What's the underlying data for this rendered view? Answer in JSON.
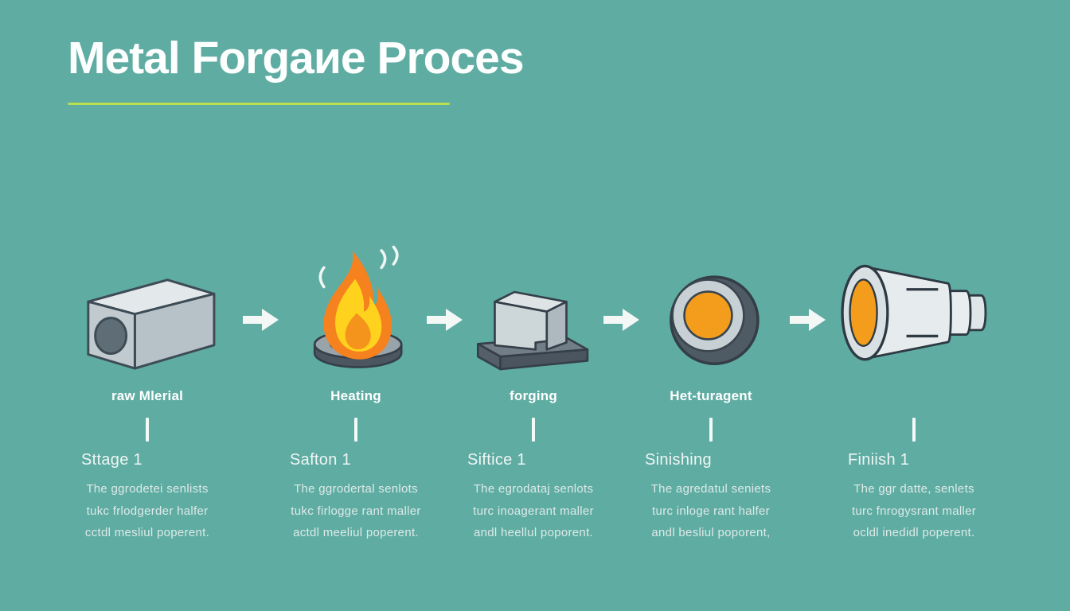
{
  "title": "Metal Forgaиe Proces",
  "colors": {
    "background": "#5FACA3",
    "accent_underline": "#B9DF4B",
    "flame_orange": "#F5821F",
    "flame_yellow": "#FFD21E",
    "hot_core_orange": "#F49D1C",
    "metal_light": "#DCE3E5",
    "metal_mid": "#BFC9CE",
    "metal_dark": "#4E5A64",
    "outline": "#343F49",
    "text_white": "#FFFFFF"
  },
  "arrow_icon": "right-arrow-icon",
  "stages": [
    {
      "icon": "raw-material-billet-icon",
      "label": "raw Mlerial",
      "stage_title": "Sttage 1",
      "desc": [
        "The ggrodetei senlists",
        "tukc frlodgerder halfer",
        "cctdl mesliul poperent."
      ]
    },
    {
      "icon": "heating-flame-icon",
      "label": "Heating",
      "stage_title": "Safton 1",
      "desc": [
        "The ggrodertal senlots",
        "tukc firlogge rant maller",
        "actdl meeliul poperent."
      ]
    },
    {
      "icon": "forging-block-anvil-icon",
      "label": "forging",
      "stage_title": "Siftice 1",
      "desc": [
        "The egrodataj senlots",
        "turc inoagerant maller",
        "andl heellul poporent."
      ]
    },
    {
      "icon": "heat-treatment-rings-icon",
      "label": "Het-turagent",
      "stage_title": "Sinishing",
      "desc": [
        "The agredatul seniets",
        "turc inloge rant halfer",
        "andl besliul poporent,"
      ]
    },
    {
      "icon": "finished-part-icon",
      "label": "",
      "stage_title": "Finiish 1",
      "desc": [
        "The ggr datte, senlets",
        "turc fnrogysrant maller",
        "ocldl inedidl poperent."
      ]
    }
  ]
}
